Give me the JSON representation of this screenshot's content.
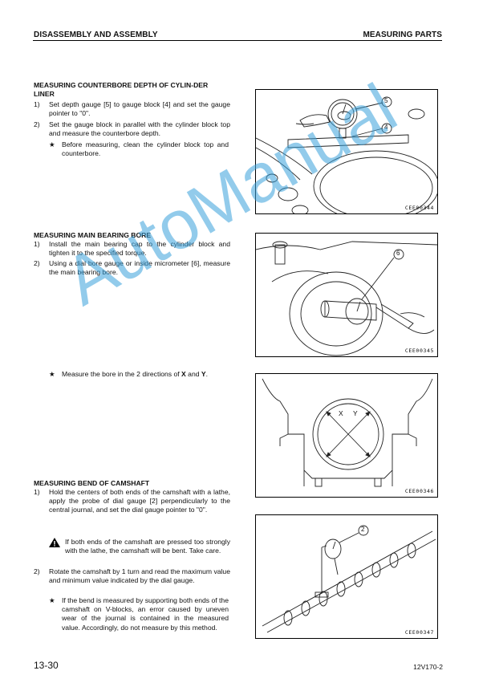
{
  "header": {
    "left": "DISASSEMBLY AND ASSEMBLY",
    "right": "MEASURING PARTS"
  },
  "sections": {
    "counterbore": {
      "title": "MEASURING COUNTERBORE DEPTH OF CYLIN-DER LINER",
      "step1_num": "1)",
      "step1": "Set depth gauge [5] to gauge block [4] and set the gauge pointer to \"0\".",
      "step2_num": "2)",
      "step2": "Set the gauge block in parallel with the cylinder block top and measure the counterbore depth.",
      "note_sym": "★",
      "note": "Before measuring, clean the cylinder block top and counterbore."
    },
    "bearing": {
      "title": "MEASURING MAIN BEARING BORE",
      "step1_num": "1)",
      "step1": "Install the main bearing cap to the cylinder block and tighten it to the specified torque.",
      "step2_num": "2)",
      "step2": "Using a dial bore gauge or inside micrometer [6], measure the main bearing bore.",
      "note_sym": "★",
      "note_pre": "Measure the bore in the 2 directions of ",
      "note_x": "X",
      "note_mid": " and ",
      "note_y": "Y",
      "note_post": "."
    },
    "camshaft": {
      "title": "MEASURING BEND OF CAMSHAFT",
      "step1_num": "1)",
      "step1": "Hold the centers of both ends of the camshaft with a lathe, apply the probe of dial gauge [2] perpendicularly to the central journal, and set the dial gauge pointer to \"0\".",
      "warning": "If both ends of the camshaft are pressed too strongly with the lathe, the camshaft will be bent.  Take care.",
      "step2_num": "2)",
      "step2": "Rotate the camshaft by 1 turn and read the maximum value and minimum value indicated by the dial gauge.",
      "note_sym": "★",
      "note": "If the bend is measured by supporting both ends of the camshaft on V-blocks, an error caused by uneven wear of the journal is contained in the measured value. Accordingly, do not measure by this method."
    }
  },
  "figures": {
    "fig1": {
      "code": "CEE00344",
      "callout_a": "5",
      "callout_b": "4"
    },
    "fig2": {
      "code": "CEE00345",
      "callout": "6"
    },
    "fig3": {
      "code": "CEE00346",
      "label_x": "X",
      "label_y": "Y"
    },
    "fig4": {
      "code": "CEE00347",
      "callout": "2"
    }
  },
  "footer": {
    "page": "13-30",
    "model": "12V170-2"
  },
  "watermark": "AutoManual"
}
